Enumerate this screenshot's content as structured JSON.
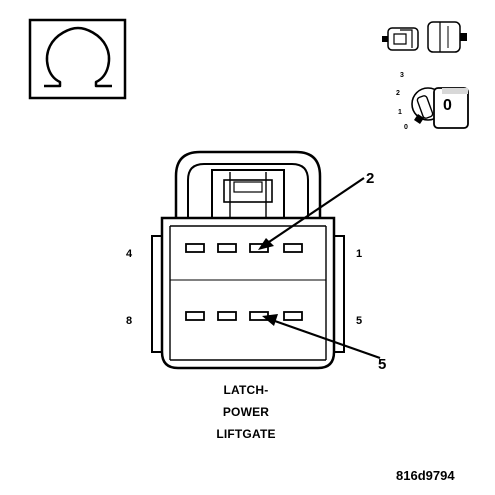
{
  "pin_labels": {
    "top_left": "4",
    "top_right": "1",
    "bottom_left": "8",
    "bottom_right": "5"
  },
  "callouts": {
    "upper": "2",
    "lower": "5"
  },
  "caption": {
    "line1": "LATCH-",
    "line2": "POWER",
    "line3": "LIFTGATE"
  },
  "figure_id": "816d9794",
  "ignition_key": {
    "positions": [
      "3",
      "2",
      "1",
      "0"
    ],
    "key_label": "0"
  },
  "icons": {
    "resistance": "ohm-icon",
    "connector_disconnect": "disconnected-connector-icon",
    "ignition": "ignition-key-icon"
  }
}
